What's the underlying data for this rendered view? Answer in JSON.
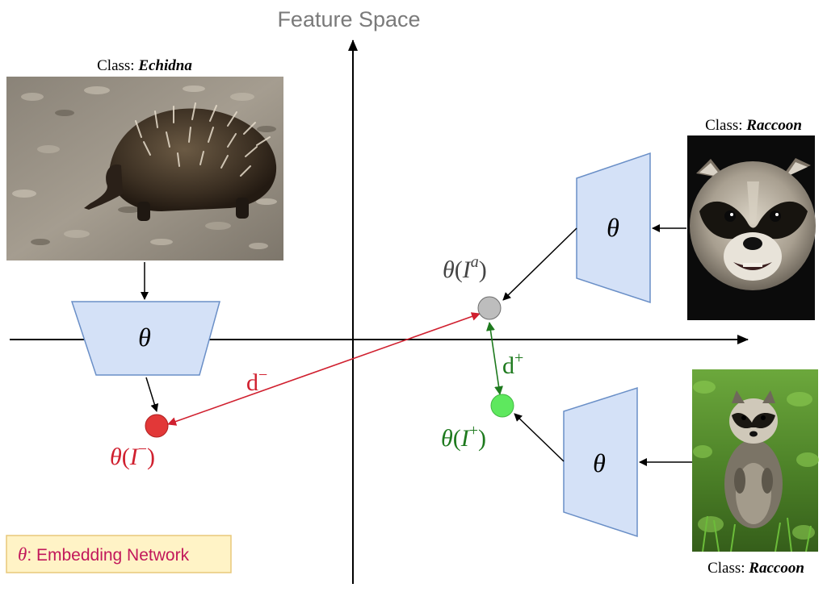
{
  "title": "Feature Space",
  "images": {
    "negative": {
      "class_prefix": "Class: ",
      "class_name": "Echidna",
      "subject": "echidna"
    },
    "anchor": {
      "class_prefix": "Class: ",
      "class_name": "Raccoon",
      "subject": "raccoon-face"
    },
    "positive": {
      "class_prefix": "Class: ",
      "class_name": "Raccoon",
      "subject": "raccoon-standing"
    }
  },
  "network": {
    "symbol": "θ"
  },
  "embeddings": {
    "anchor": {
      "func": "θ",
      "open": "(",
      "var": "I",
      "sup": "a",
      "close": ")",
      "color": "#bdbdbd"
    },
    "positive": {
      "func": "θ",
      "open": "(",
      "var": "I",
      "sup": "+",
      "close": ")",
      "color": "#5ee85e"
    },
    "negative": {
      "func": "θ",
      "open": "(",
      "var": "I",
      "sup": "−",
      "close": ")",
      "color": "#e23838"
    }
  },
  "distances": {
    "negative": {
      "base": "d",
      "sup": "−",
      "color": "#d0202f"
    },
    "positive": {
      "base": "d",
      "sup": "+",
      "color": "#1e7a1e"
    }
  },
  "legend": {
    "symbol": "θ",
    "text": ": Embedding Network",
    "color": "#c2185b"
  }
}
